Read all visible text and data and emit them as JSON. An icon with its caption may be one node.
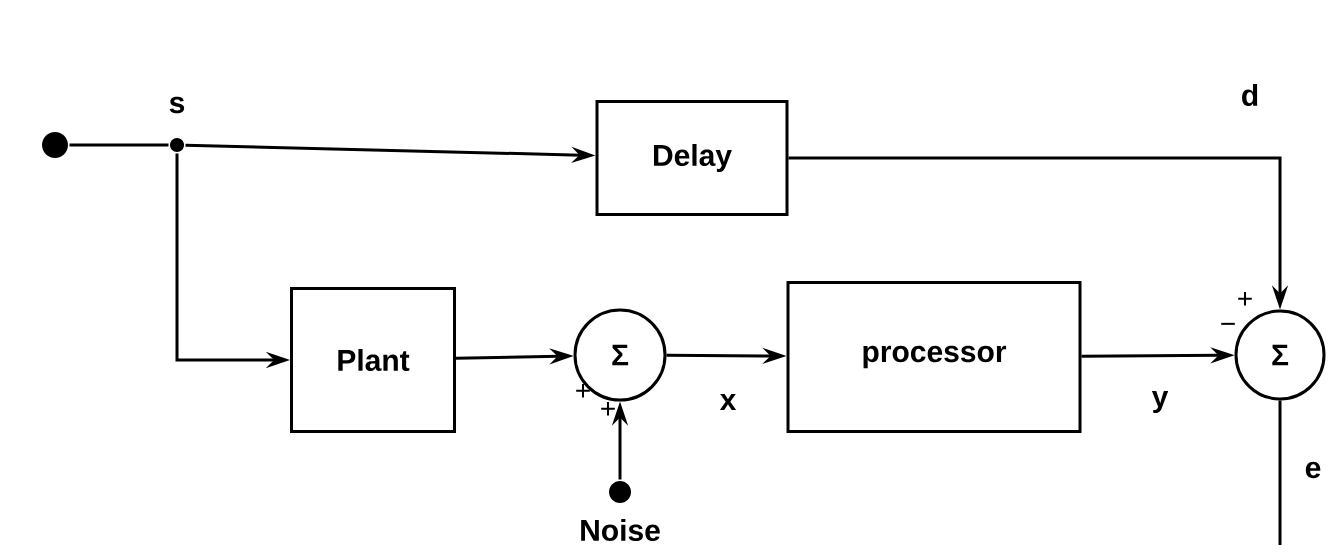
{
  "diagram": {
    "nodes": [
      {
        "text": [],
        "shape": "circle"
      },
      {
        "text": [],
        "shape": "circle",
        "beside": [
          "s"
        ]
      },
      {
        "text": [
          "Delay"
        ]
      },
      {
        "text": [
          "Plant"
        ]
      },
      {
        "text": [
          "Σ"
        ]
      },
      {
        "text": [],
        "shape": "circle",
        "beside": [
          "Noise"
        ]
      },
      {
        "text": [
          "processor"
        ]
      },
      {
        "text": [
          "Σ"
        ]
      }
    ],
    "edges": [
      {
        "from": 0,
        "to": 1,
        "arrow": "none"
      },
      {
        "from": 1,
        "to": 2,
        "arrow": "to"
      },
      {
        "from": 1,
        "to": 3,
        "arrow": "to"
      },
      {
        "from": 2,
        "to": 7,
        "arrow": "to",
        "label": "d"
      },
      {
        "from": 3,
        "to": 4,
        "arrow": "to"
      },
      {
        "from": 5,
        "to": 4,
        "arrow": "to"
      },
      {
        "from": 4,
        "to": 6,
        "arrow": "to",
        "label": "x"
      },
      {
        "from": 6,
        "to": 7,
        "arrow": "to",
        "label": "y"
      },
      {
        "from": 7,
        "to": null,
        "arrow": "none",
        "label": "e"
      }
    ],
    "labels": [
      "+",
      "−",
      "+",
      "+"
    ]
  }
}
